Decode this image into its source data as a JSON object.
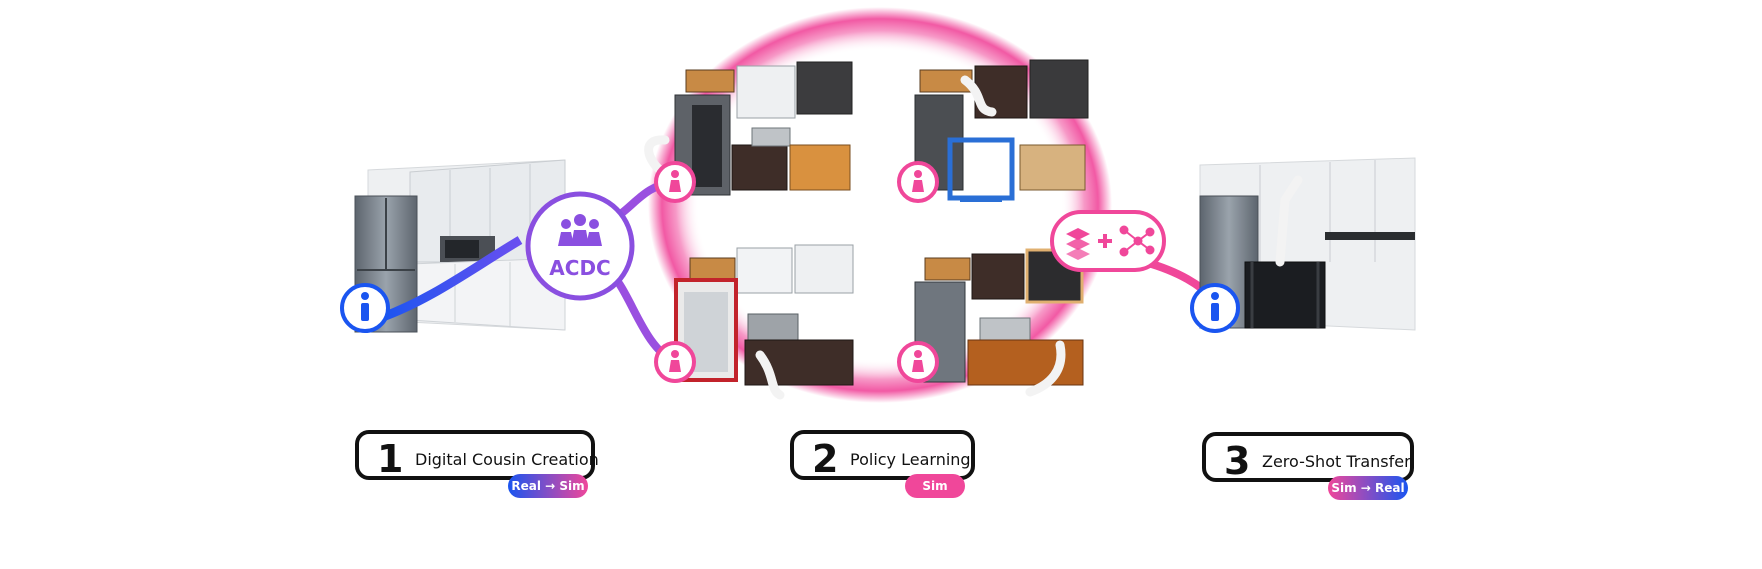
{
  "colors": {
    "pink": "#f0479a",
    "purple": "#8a4fe0",
    "blue": "#1a55f0",
    "cabinet_white": "#e9ecef",
    "cabinet_dark": "#3d2f2a",
    "cabinet_wood": "#d28f3f",
    "fridge_steel": "#7e8791"
  },
  "hub": {
    "label": "ACDC",
    "icon": "people-group-icon"
  },
  "policy_icon": {
    "icons": [
      "layers-icon",
      "plus-icon",
      "neural-network-icon"
    ]
  },
  "steps": [
    {
      "number": "1",
      "label": "Digital Cousin Creation",
      "tag": "Real → Sim"
    },
    {
      "number": "2",
      "label": "Policy Learning",
      "tag": "Sim"
    },
    {
      "number": "3",
      "label": "Zero-Shot Transfer",
      "tag": "Sim → Real"
    }
  ]
}
